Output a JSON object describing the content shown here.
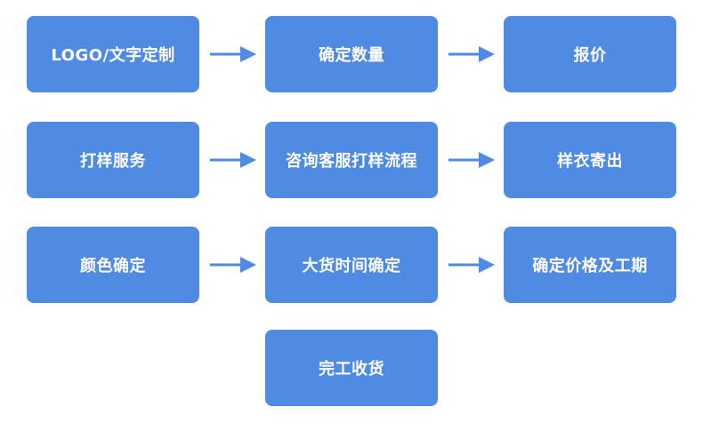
{
  "steps": [
    "LOGO/文字定制",
    "确定数量",
    "报价",
    "打样服务",
    "咨询客服打样流程",
    "样衣寄出",
    "颜色确定",
    "大货时间确定",
    "确定价格及工期",
    "完工收货"
  ],
  "colors": {
    "box": "#4f8ae3",
    "arrow": "#4f8ae3",
    "text": "#ffffff"
  }
}
